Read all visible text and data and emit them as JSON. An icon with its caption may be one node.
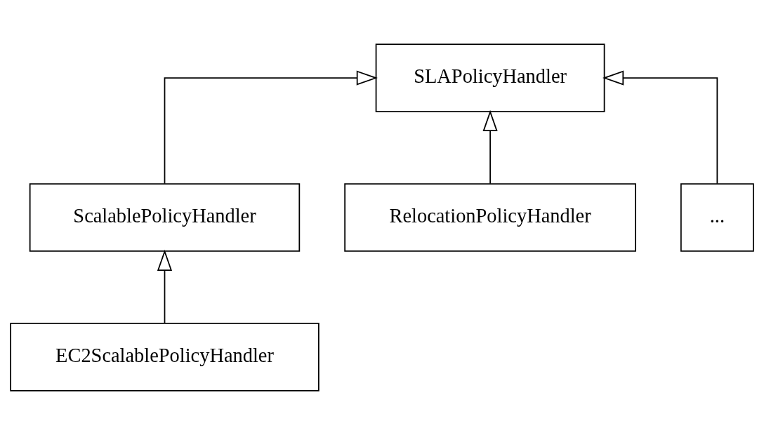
{
  "diagram": {
    "nodes": [
      {
        "text": [
          "SLAPolicyHandler"
        ]
      },
      {
        "text": [
          "ScalablePolicyHandler"
        ]
      },
      {
        "text": [
          "RelocationPolicyHandler"
        ]
      },
      {
        "text": [
          "..."
        ]
      },
      {
        "text": [
          "EC2ScalablePolicyHandler"
        ]
      }
    ],
    "edges": [
      {
        "from": 1,
        "to": 0,
        "arrow": "to"
      },
      {
        "from": 2,
        "to": 0,
        "arrow": "to"
      },
      {
        "from": 3,
        "to": 0,
        "arrow": "to"
      },
      {
        "from": 4,
        "to": 1,
        "arrow": "to"
      }
    ]
  }
}
